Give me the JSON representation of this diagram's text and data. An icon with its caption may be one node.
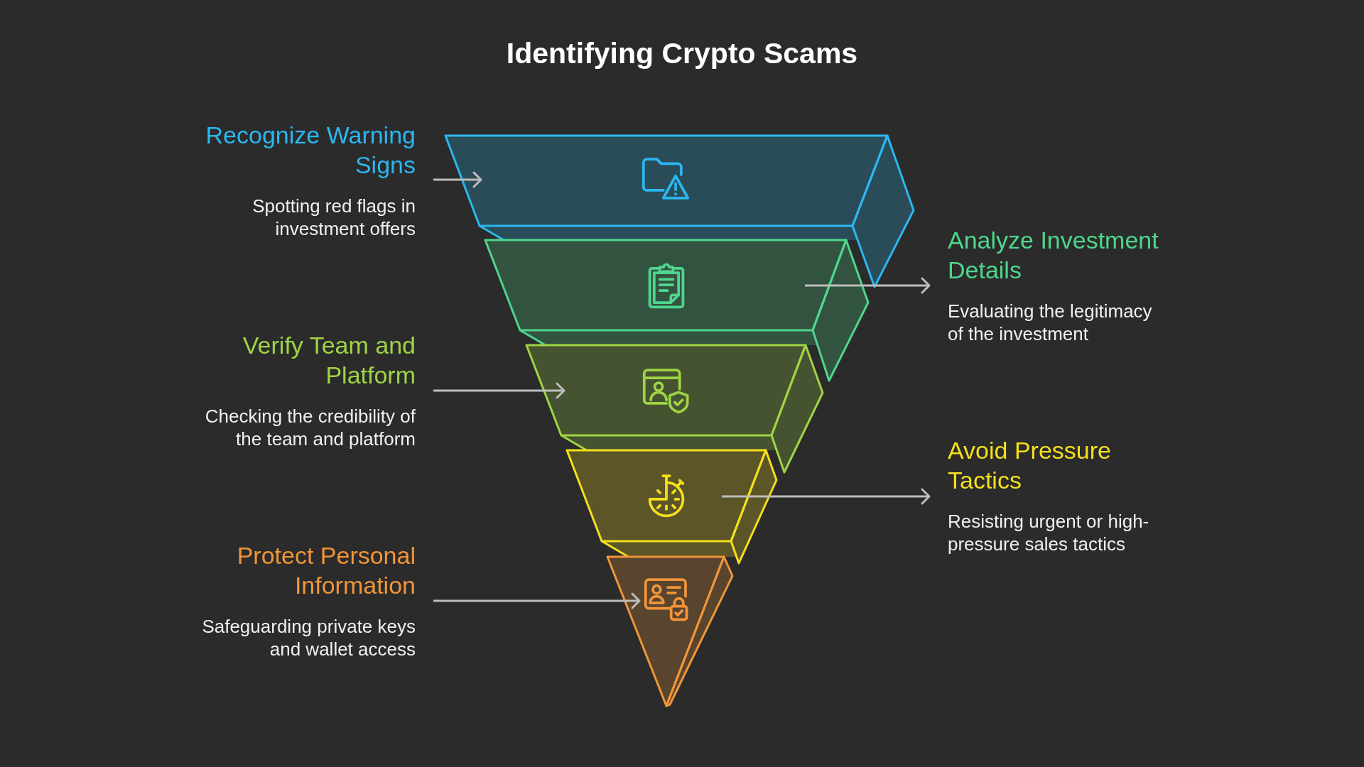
{
  "diagram": {
    "title": "Identifying Crypto Scams",
    "nodes": [
      {
        "text": [
          "Recognize Warning Signs",
          "Spotting red flags in investment offers"
        ]
      },
      {
        "text": [],
        "shape": "trapezoid"
      },
      {
        "text": [
          "Analyze Investment Details",
          "Evaluating the legitimacy of the investment"
        ]
      },
      {
        "text": [],
        "shape": "trapezoid"
      },
      {
        "text": [
          "Verify Team and Platform",
          "Checking the credibility of the team and platform"
        ]
      },
      {
        "text": [],
        "shape": "trapezoid"
      },
      {
        "text": [
          "Avoid Pressure Tactics",
          "Resisting urgent or high-pressure sales tactics"
        ]
      },
      {
        "text": [],
        "shape": "trapezoid"
      },
      {
        "text": [
          "Protect Personal Information",
          "Safeguarding private keys and wallet access"
        ]
      },
      {
        "text": [],
        "shape": "triangle"
      }
    ],
    "edges": [
      {
        "from": 0,
        "to": 1,
        "arrow": "to"
      },
      {
        "from": 3,
        "to": 2,
        "arrow": "to"
      },
      {
        "from": 4,
        "to": 5,
        "arrow": "to"
      },
      {
        "from": 7,
        "to": 6,
        "arrow": "to"
      },
      {
        "from": 8,
        "to": 9,
        "arrow": "to"
      }
    ]
  }
}
